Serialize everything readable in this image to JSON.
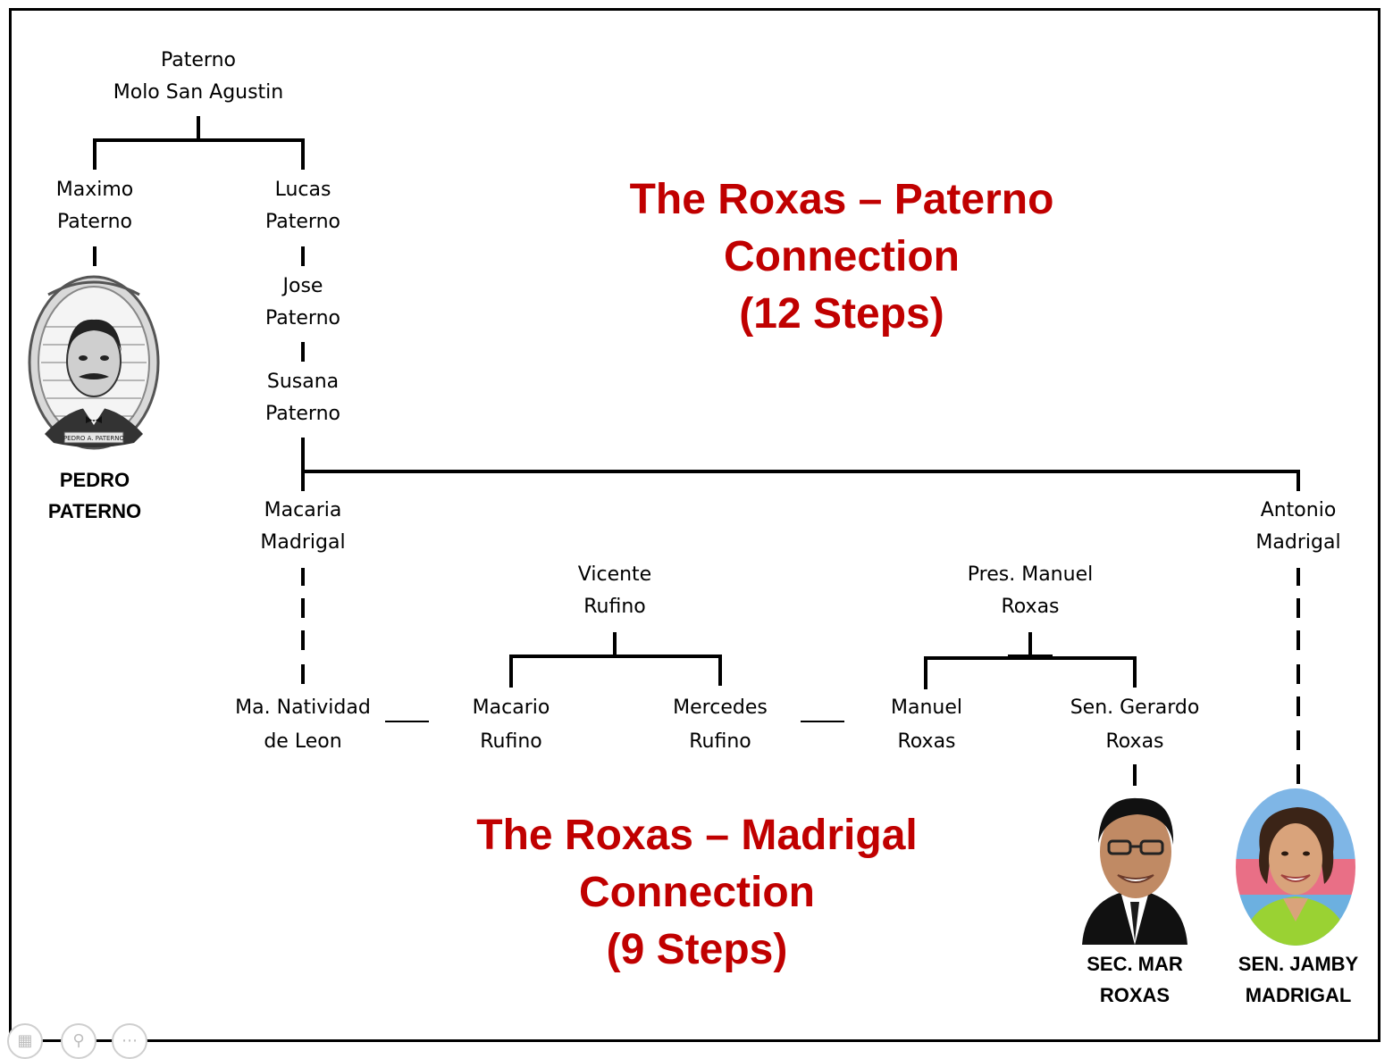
{
  "titles": {
    "paterno": [
      "The Roxas – Paterno",
      "Connection",
      "(12 Steps)"
    ],
    "madrigal": [
      "The Roxas – Madrigal",
      "Connection",
      "(9 Steps)"
    ]
  },
  "nodes": {
    "root": [
      "Paterno",
      "Molo San Agustin"
    ],
    "maximo": [
      "Maximo",
      "Paterno"
    ],
    "lucas": [
      "Lucas",
      "Paterno"
    ],
    "jose": [
      "Jose",
      "Paterno"
    ],
    "susana": [
      "Susana",
      "Paterno"
    ],
    "pedro": [
      "PEDRO",
      "PATERNO"
    ],
    "macaria": [
      "Macaria",
      "Madrigal"
    ],
    "antonio": [
      "Antonio",
      "Madrigal"
    ],
    "vicente": [
      "Vicente",
      "Rufino"
    ],
    "pres_manuel": [
      "Pres. Manuel",
      "Roxas"
    ],
    "natividad": [
      "Ma. Natividad",
      "de Leon"
    ],
    "macario": [
      "Macario",
      "Rufino"
    ],
    "mercedes": [
      "Mercedes",
      "Rufino"
    ],
    "manuel": [
      "Manuel",
      "Roxas"
    ],
    "gerardo": [
      "Sen. Gerardo",
      "Roxas"
    ],
    "mar": [
      "SEC. MAR",
      "ROXAS"
    ],
    "jamby": [
      "SEN. JAMBY",
      "MADRIGAL"
    ]
  },
  "portrait_caption": "PEDRO A. PATERNO",
  "icons": {
    "viewer_controls": [
      "layout-icon",
      "zoom-icon",
      "more-icon"
    ]
  }
}
